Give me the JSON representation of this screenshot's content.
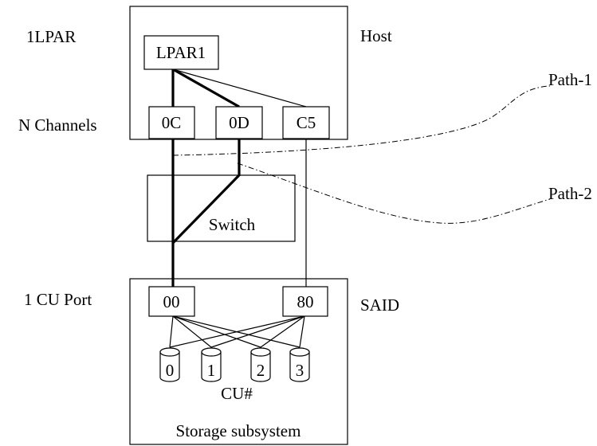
{
  "labels": {
    "lpar_count": "1LPAR",
    "channels": "N Channels",
    "cu_port": "1 CU Port",
    "host": "Host",
    "said": "SAID",
    "path1": "Path-1",
    "path2": "Path-2"
  },
  "host": {
    "lpar": "LPAR1",
    "channels": [
      "0C",
      "0D",
      "C5"
    ]
  },
  "switch": {
    "label": "Switch"
  },
  "storage": {
    "ports": [
      "00",
      "80"
    ],
    "disks": [
      "0",
      "1",
      "2",
      "3"
    ],
    "cu_label": "CU#",
    "title": "Storage subsystem"
  }
}
